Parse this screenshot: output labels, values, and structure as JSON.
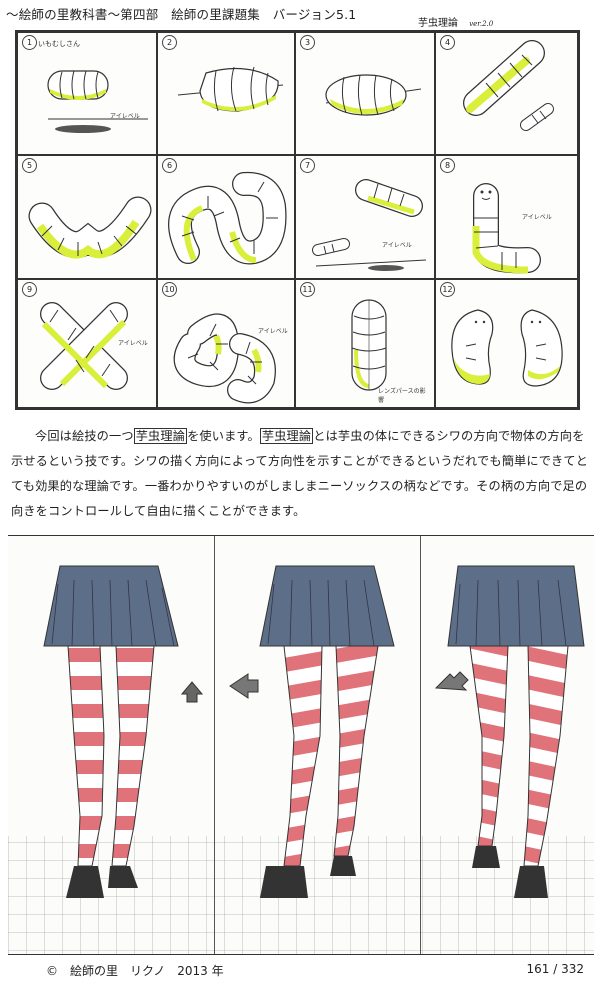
{
  "header": {
    "text": "～絵師の里教科書～第四部　絵師の里課題集　バージョン5.1",
    "theory_title": "芋虫理論",
    "theory_version": "ver.2.0"
  },
  "panels": [
    {
      "num": "1",
      "label": "いもむしさん",
      "label2": "アイレベル"
    },
    {
      "num": "2",
      "label": "",
      "label2": ""
    },
    {
      "num": "3",
      "label": "",
      "label2": ""
    },
    {
      "num": "4",
      "label": "",
      "label2": ""
    },
    {
      "num": "5",
      "label": "",
      "label2": ""
    },
    {
      "num": "6",
      "label": "",
      "label2": ""
    },
    {
      "num": "7",
      "label": "アイレベル",
      "label2": ""
    },
    {
      "num": "8",
      "label": "アイレベル",
      "label2": ""
    },
    {
      "num": "9",
      "label": "アイレベル",
      "label2": ""
    },
    {
      "num": "10",
      "label": "アイレベル",
      "label2": ""
    },
    {
      "num": "11",
      "label": "レンズパースの影響",
      "label2": ""
    },
    {
      "num": "12",
      "label": "",
      "label2": ""
    }
  ],
  "paragraph": {
    "p1": "今回は絵技の一つ",
    "kw1": "芋虫理論",
    "p2": "を使います。",
    "kw2": "芋虫理論",
    "p3": "とは芋虫の体にできるシワの方向で物体の方向を示せるという技です。シワの描く方向によって方向性を示すことができるというだれでも簡単にできてとても効果的な理論です。一番わかりやすいのがしましまニーソックスの柄などです。その柄の方向で足の向きをコントロールして自由に描くことができます。"
  },
  "footer": {
    "left": "©　絵師の里　リクノ　2013 年",
    "right": "161 / 332"
  },
  "colors": {
    "highlight": "#d9ef3a",
    "stripe_red": "#e0727a",
    "skirt": "#5d6f88",
    "ink": "#333333"
  }
}
